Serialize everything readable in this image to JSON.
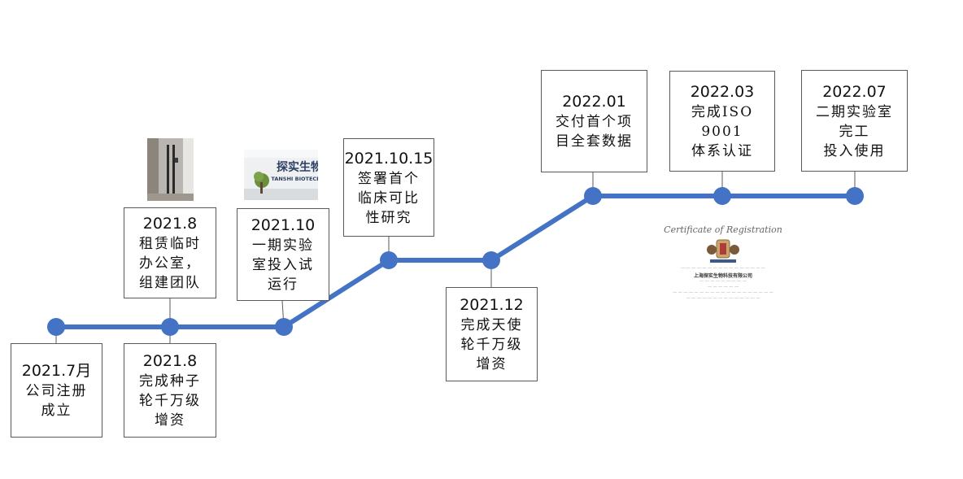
{
  "milestones": [
    {
      "date": "2021.7月",
      "lines": [
        "公司注册",
        "成立"
      ]
    },
    {
      "date": "2021.8",
      "lines": [
        "租赁临时",
        "办公室，",
        "组建团队"
      ]
    },
    {
      "date": "2021.8",
      "lines": [
        "完成种子",
        "轮千万级",
        "增资"
      ]
    },
    {
      "date": "2021.10",
      "lines": [
        "一期实验",
        "室投入试",
        "运行"
      ]
    },
    {
      "date": "2021.10.15",
      "lines": [
        "签署首个",
        "临床可比",
        "性研究"
      ]
    },
    {
      "date": "2021.12",
      "lines": [
        "完成天使",
        "轮千万级",
        "增资"
      ]
    },
    {
      "date": "2022.01",
      "lines": [
        "交付首个项",
        "目全套数据"
      ]
    },
    {
      "date": "2022.03",
      "lines": [
        "完成ISO",
        "9001",
        "体系认证"
      ]
    },
    {
      "date": "2022.07",
      "lines": [
        "二期实验室",
        "完工",
        "投入使用"
      ]
    }
  ],
  "photos": {
    "lab_sign_text": "探实生物",
    "lab_sign_sub": "TANSHI BIOTECH"
  },
  "certificate": {
    "title": "Certificate of Registration",
    "company": "上海探实生物科技有限公司"
  },
  "colors": {
    "line": "#4472c4",
    "node": "#4472c4"
  }
}
